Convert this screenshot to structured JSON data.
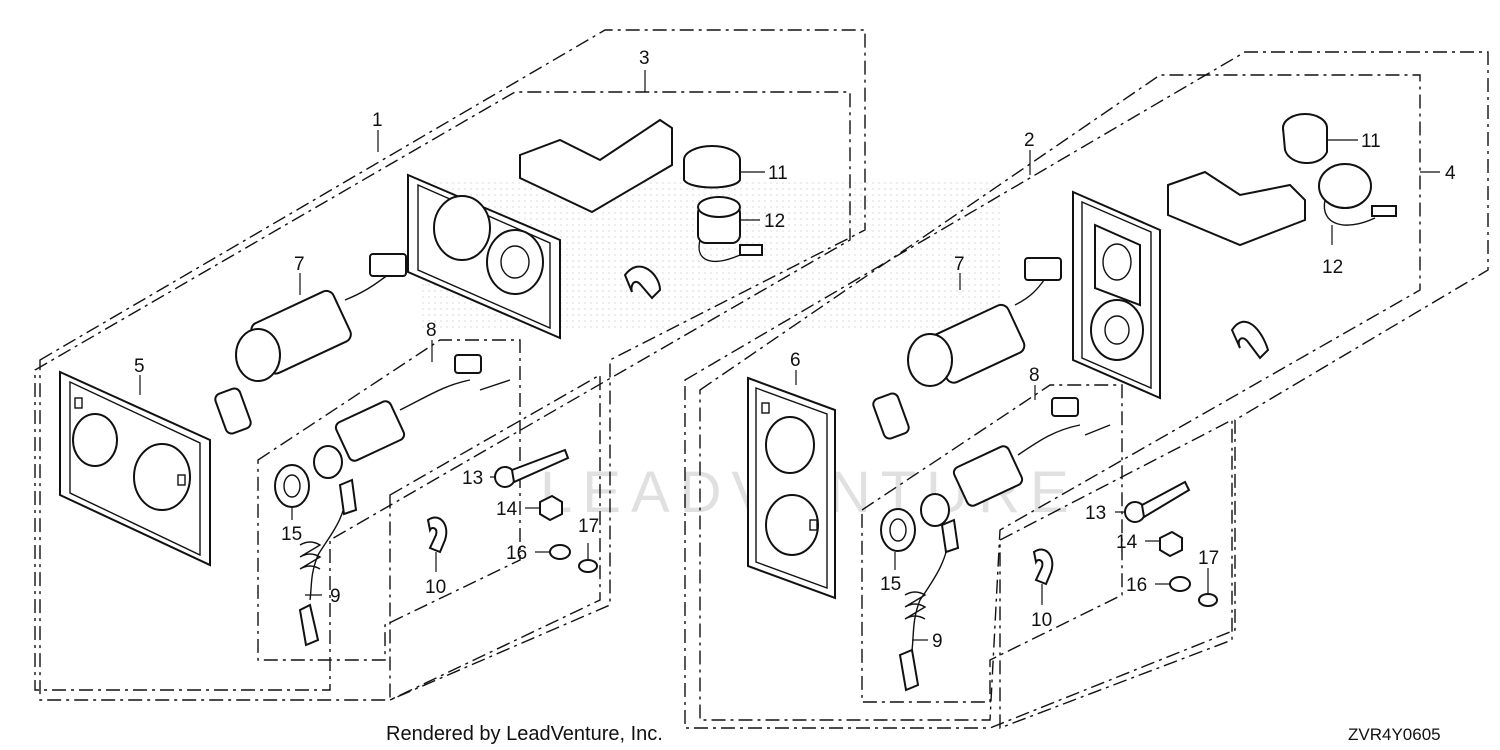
{
  "diagram": {
    "callouts": {
      "left": {
        "c1": "1",
        "c3": "3",
        "c5": "5",
        "c7": "7",
        "c8": "8",
        "c9": "9",
        "c10": "10",
        "c11": "11",
        "c12": "12",
        "c13": "13",
        "c14": "14",
        "c15": "15",
        "c16": "16",
        "c17": "17"
      },
      "right": {
        "c2": "2",
        "c4": "4",
        "c6": "6",
        "c7": "7",
        "c8": "8",
        "c9": "9",
        "c10": "10",
        "c11": "11",
        "c12": "12",
        "c13": "13",
        "c14": "14",
        "c15": "15",
        "c16": "16",
        "c17": "17"
      }
    },
    "watermark": "LEADVENTURE",
    "footer": {
      "credit": "Rendered by LeadVenture, Inc.",
      "code": "ZVR4Y0605"
    }
  }
}
